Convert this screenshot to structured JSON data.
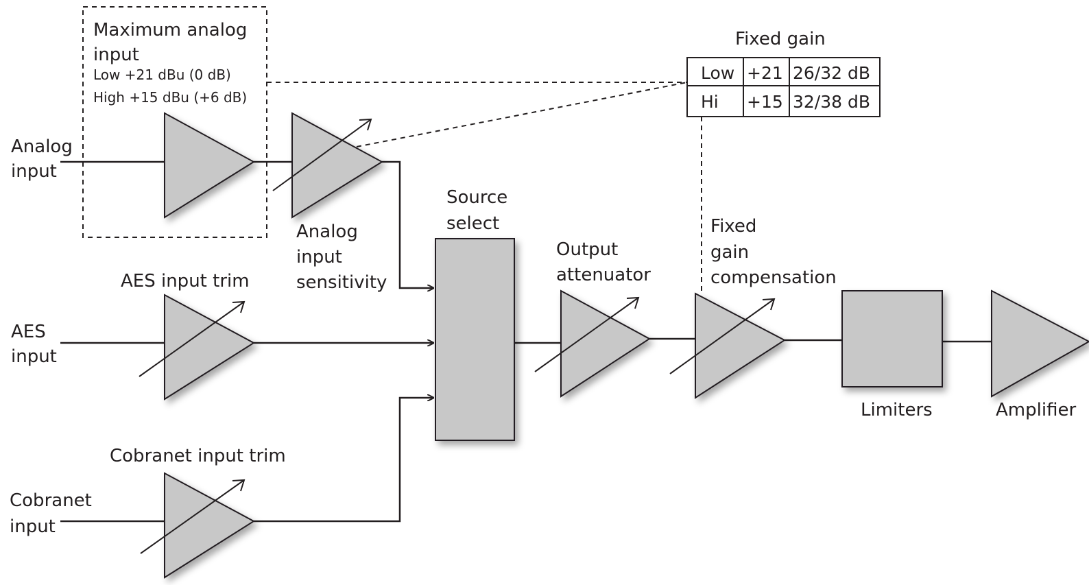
{
  "inputs": {
    "analog": [
      "Analog",
      "input"
    ],
    "aes": [
      "AES",
      "input"
    ],
    "cobranet": [
      "Cobranet",
      "input"
    ]
  },
  "max_analog": {
    "title": [
      "Maximum analog",
      "input"
    ],
    "low": "Low  +21 dBu (0 dB)",
    "high": "High  +15 dBu (+6 dB)"
  },
  "labels": {
    "analog_sensitivity": [
      "Analog",
      "input",
      "sensitivity"
    ],
    "aes_trim": "AES input trim",
    "cobranet_trim": "Cobranet input trim",
    "source_select": [
      "Source",
      "select"
    ],
    "output_attenuator": [
      "Output",
      "attenuator"
    ],
    "fixed_gain_comp": [
      "Fixed",
      "gain",
      "compensation"
    ],
    "limiters": "Limiters",
    "amplifier": "Amplifier"
  },
  "fixed_gain_table": {
    "title": "Fixed gain",
    "rows": [
      [
        "Low",
        "+21",
        "26/32 dB"
      ],
      [
        "Hi",
        "+15",
        "32/38 dB"
      ]
    ]
  }
}
